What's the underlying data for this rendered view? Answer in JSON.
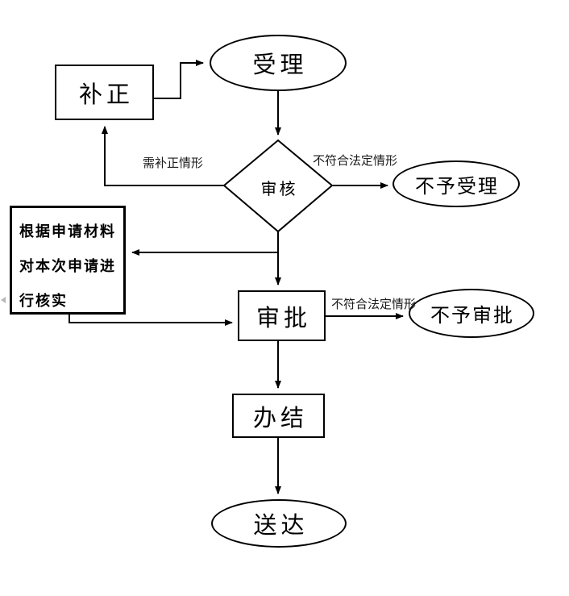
{
  "diagram": {
    "title": "approval-process-flowchart",
    "background_color": "#ffffff",
    "stroke_color": "#000000",
    "nodes": {
      "accept": {
        "shape": "ellipse",
        "label": "受理"
      },
      "correction": {
        "shape": "rect",
        "label": "补正"
      },
      "review": {
        "shape": "diamond",
        "label": "审核"
      },
      "reject_accept": {
        "shape": "ellipse",
        "label": "不予受理"
      },
      "verify": {
        "shape": "rect",
        "label": "根据申请材料对本次申请进行核实",
        "lines": [
          "根据申请材料",
          "对本次申请进",
          "行核实"
        ]
      },
      "approval": {
        "shape": "rect",
        "label": "审批"
      },
      "reject_approval": {
        "shape": "ellipse",
        "label": "不予审批"
      },
      "complete": {
        "shape": "rect",
        "label": "办结"
      },
      "deliver": {
        "shape": "ellipse",
        "label": "送达"
      }
    },
    "edge_labels": {
      "need_correction": "需补正情形",
      "not_legal_review": "不符合法定情形",
      "not_legal_approval": "不符合法定情形"
    }
  }
}
